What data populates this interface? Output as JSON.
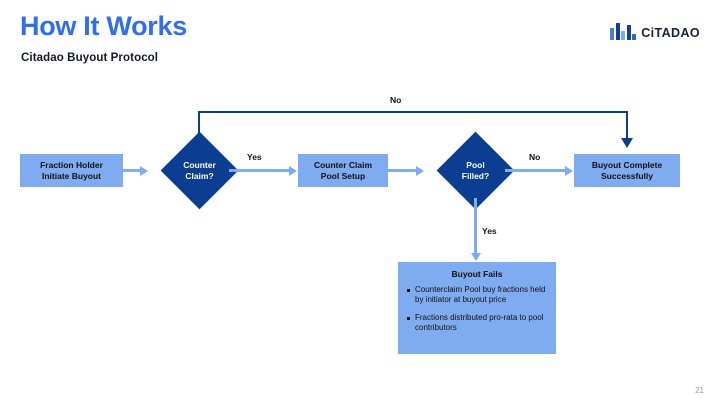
{
  "slide": {
    "title": "How It Works",
    "subtitle": "Citadao Buyout Protocol",
    "page_number": "21",
    "background": "#ffffff",
    "title_color": "#2f6ef0",
    "subtitle_color": "#14172b"
  },
  "logo": {
    "text": "CiTADAO",
    "mark_name": "citadao-building-bars-logo"
  },
  "colors": {
    "process_fill": "#7fabf0",
    "decision_fill": "#0b3d91",
    "connector_light": "#7fabf0",
    "connector_dark": "#0b3d91",
    "node_text_dark": "#101010",
    "node_text_light": "#ffffff"
  },
  "diagram": {
    "nodes": [
      {
        "id": "start",
        "type": "process",
        "label": "Fraction Holder\nInitiate Buyout",
        "line1": "Fraction Holder",
        "line2": "Initiate Buyout"
      },
      {
        "id": "counter",
        "type": "decision",
        "label": "Counter Claim?",
        "line1": "Counter",
        "line2": "Claim?"
      },
      {
        "id": "pool-setup",
        "type": "process",
        "label": "Counter Claim Pool Setup",
        "line1": "Counter Claim",
        "line2": "Pool Setup"
      },
      {
        "id": "pool-filled",
        "type": "decision",
        "label": "Pool Filled?",
        "line1": "Pool",
        "line2": "Filled?"
      },
      {
        "id": "complete",
        "type": "process",
        "label": "Buyout Complete Successfully",
        "line1": "Buyout Complete",
        "line2": "Successfully"
      }
    ],
    "edges": [
      {
        "id": "e-start-counter",
        "from": "start",
        "to": "counter",
        "label": ""
      },
      {
        "id": "e-counter-no",
        "from": "counter",
        "to": "complete",
        "label": "No"
      },
      {
        "id": "e-counter-yes",
        "from": "counter",
        "to": "pool-setup",
        "label": "Yes"
      },
      {
        "id": "e-poolsetup-poolfilled",
        "from": "pool-setup",
        "to": "pool-filled",
        "label": ""
      },
      {
        "id": "e-poolfilled-no",
        "from": "pool-filled",
        "to": "complete",
        "label": "No"
      },
      {
        "id": "e-poolfilled-yes",
        "from": "pool-filled",
        "to": "fail-panel",
        "label": "Yes"
      }
    ]
  },
  "fail_panel": {
    "title": "Buyout Fails",
    "bullets": [
      "Counterclaim Pool buy fractions held by initiator at buyout price",
      "Fractions distributed pro-rata to pool contributors"
    ]
  }
}
